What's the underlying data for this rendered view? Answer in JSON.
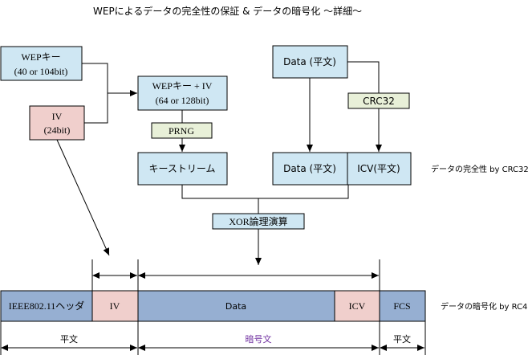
{
  "title": "WEPによるデータの完全性の保証 & データの暗号化 ～詳細～",
  "boxes": {
    "wep_key_line1": "WEPキー",
    "wep_key_line2": "(40 or 104bit)",
    "iv_line1": "IV",
    "iv_line2": "(24bit)",
    "wep_key_iv_line1": "WEPキー + IV",
    "wep_key_iv_line2": "(64 or 128bit)",
    "prng": "PRNG",
    "keystream": "キーストリーム",
    "data_plain_top": "Data (平文)",
    "crc32": "CRC32",
    "data_plain_mid": "Data (平文)",
    "icv_plain": "ICV(平文)",
    "xor": "XOR論理演算"
  },
  "side_labels": {
    "integrity": "データの完全性 by CRC32",
    "encryption": "データの暗号化 by RC4"
  },
  "frame": {
    "header": "IEEE802.11ヘッダ",
    "iv": "IV",
    "data": "Data",
    "icv": "ICV",
    "fcs": "FCS"
  },
  "bottom_labels": {
    "plain_left": "平文",
    "cipher": "暗号文",
    "plain_right": "平文"
  },
  "colors": {
    "blue_box": "#cfe7f3",
    "pink_box": "#f0cfcc",
    "green_box": "#e8f0d8",
    "frame_blue": "#96afd2",
    "cipher_text": "#7030a0"
  }
}
